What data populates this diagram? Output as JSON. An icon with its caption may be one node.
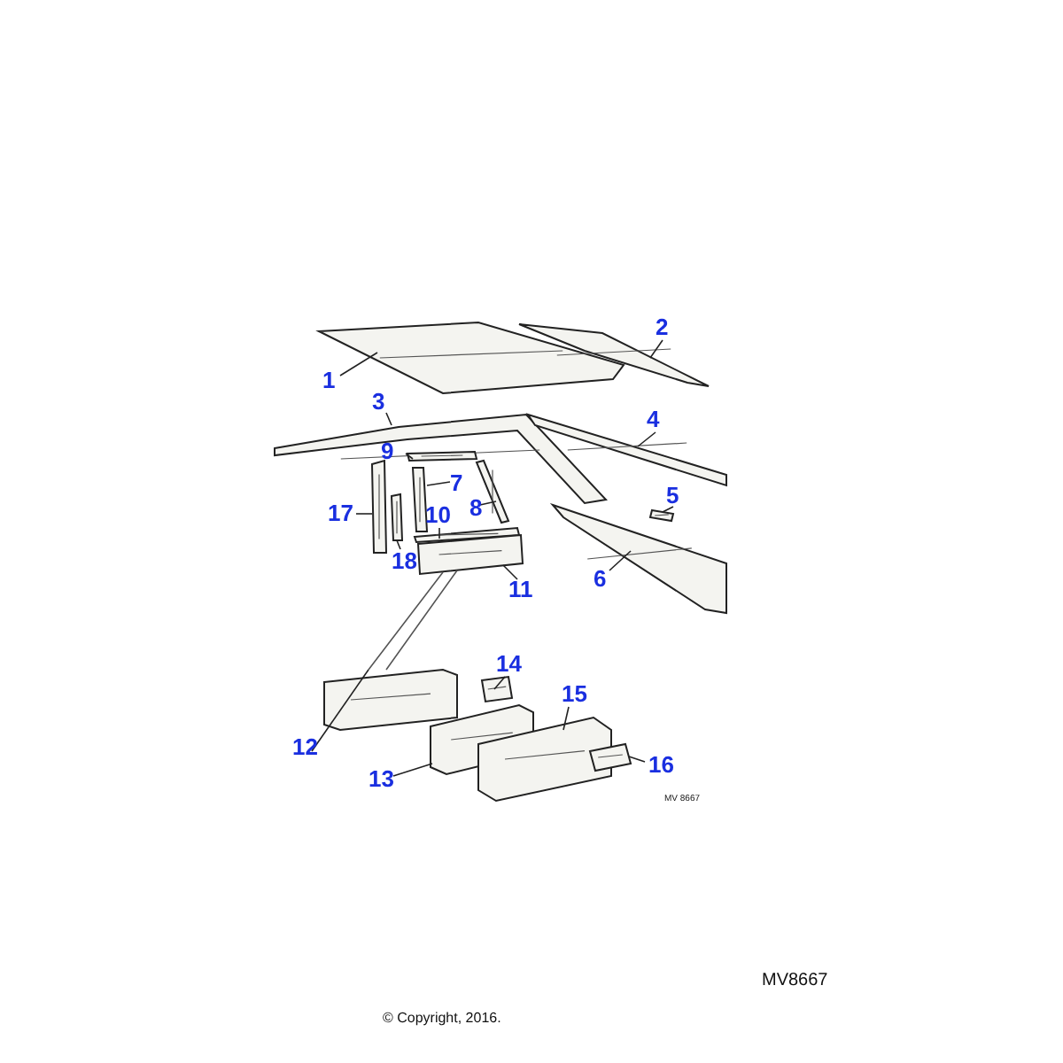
{
  "diagram": {
    "nodes": [
      {
        "text": [
          "1"
        ]
      },
      {
        "text": [
          "2"
        ]
      },
      {
        "text": [
          "3"
        ]
      },
      {
        "text": [
          "4"
        ]
      },
      {
        "text": [
          "5"
        ]
      },
      {
        "text": [
          "6"
        ]
      },
      {
        "text": [
          "7"
        ]
      },
      {
        "text": [
          "8"
        ]
      },
      {
        "text": [
          "9"
        ]
      },
      {
        "text": [
          "10"
        ]
      },
      {
        "text": [
          "11"
        ]
      },
      {
        "text": [
          "12"
        ]
      },
      {
        "text": [
          "13"
        ]
      },
      {
        "text": [
          "14"
        ]
      },
      {
        "text": [
          "15"
        ]
      },
      {
        "text": [
          "16"
        ]
      },
      {
        "text": [
          "17"
        ]
      },
      {
        "text": [
          "18"
        ]
      },
      {
        "text": [],
        "shape": "picture"
      },
      {
        "text": [],
        "shape": "picture"
      },
      {
        "text": [],
        "shape": "picture"
      },
      {
        "text": [],
        "shape": "picture"
      },
      {
        "text": [],
        "shape": "picture"
      },
      {
        "text": [],
        "shape": "picture"
      },
      {
        "text": [],
        "shape": "picture"
      },
      {
        "text": [],
        "shape": "picture"
      },
      {
        "text": [],
        "shape": "picture"
      },
      {
        "text": [],
        "shape": "picture"
      },
      {
        "text": [],
        "shape": "picture"
      },
      {
        "text": [],
        "shape": "picture"
      },
      {
        "text": [],
        "shape": "picture"
      },
      {
        "text": [],
        "shape": "picture"
      },
      {
        "text": [],
        "shape": "picture"
      },
      {
        "text": [],
        "shape": "picture"
      },
      {
        "text": [],
        "shape": "picture"
      },
      {
        "text": [],
        "shape": "picture"
      }
    ],
    "edges": [
      {
        "from": 0,
        "to": 18,
        "arrow": "none"
      },
      {
        "from": 1,
        "to": 19,
        "arrow": "none"
      },
      {
        "from": 2,
        "to": 20,
        "arrow": "none"
      },
      {
        "from": 3,
        "to": 21,
        "arrow": "none"
      },
      {
        "from": 4,
        "to": 22,
        "arrow": "none"
      },
      {
        "from": 5,
        "to": 23,
        "arrow": "none"
      },
      {
        "from": 6,
        "to": 24,
        "arrow": "none"
      },
      {
        "from": 7,
        "to": 25,
        "arrow": "none"
      },
      {
        "from": 8,
        "to": 26,
        "arrow": "none"
      },
      {
        "from": 9,
        "to": 27,
        "arrow": "none"
      },
      {
        "from": 10,
        "to": 28,
        "arrow": "none"
      },
      {
        "from": 11,
        "to": 29,
        "arrow": "none"
      },
      {
        "from": 12,
        "to": 30,
        "arrow": "none"
      },
      {
        "from": 13,
        "to": 31,
        "arrow": "none"
      },
      {
        "from": 14,
        "to": 32,
        "arrow": "none"
      },
      {
        "from": 15,
        "to": 33,
        "arrow": "none"
      },
      {
        "from": 16,
        "to": 34,
        "arrow": "none"
      },
      {
        "from": 17,
        "to": 35,
        "arrow": "none"
      },
      {
        "from": 28,
        "to": 29,
        "arrow": "none"
      }
    ],
    "labels": [
      "MV 8667",
      "MV8667",
      "© Copyright, 2016."
    ]
  }
}
